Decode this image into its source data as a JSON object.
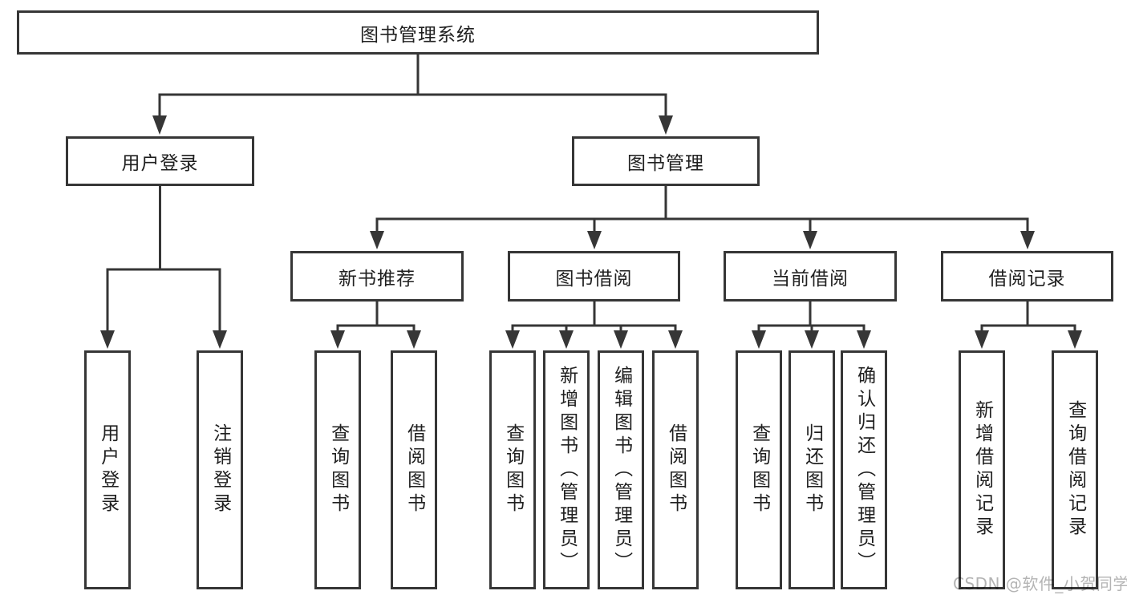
{
  "diagram": {
    "title": "图书管理系统",
    "nodes": {
      "root": "图书管理系统",
      "branches": [
        "用户登录",
        "图书管理"
      ],
      "sections": [
        "新书推荐",
        "图书借阅",
        "当前借阅",
        "借阅记录"
      ],
      "leaves": [
        "用户登录",
        "注销登录",
        "查询图书",
        "借阅图书",
        "查询图书",
        "新增图书（管理员）",
        "编辑图书（管理员）",
        "借阅图书",
        "查询图书",
        "归还图书",
        "确认归还（管理员）",
        "新增借阅记录",
        "查询借阅记录"
      ]
    },
    "colors": {
      "line": "#363636",
      "text": "#202020",
      "box_background": "#ffffff",
      "watermark": "#b4b4b4"
    }
  },
  "watermark": {
    "text": "CSDN @软件_小贺同学"
  }
}
